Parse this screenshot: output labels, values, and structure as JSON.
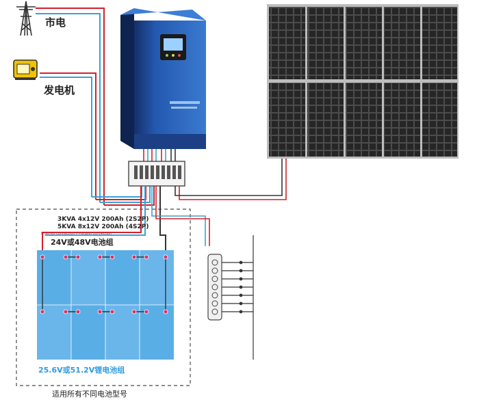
{
  "labels": {
    "grid": "市电",
    "generator": "发电机",
    "battery_spec_3kva": "3KVA 4x12V 200Ah (2S2P)",
    "battery_spec_5kva": "5KVA 8x12V 200Ah (4S2P)",
    "series_note": "S-Series connection P-Parallel connection",
    "battery_group_top": "24V或48V电池组",
    "battery_group_bottom": "25.6V或51.2V锂电池组",
    "caption": "适用所有不同电池型号"
  },
  "colors": {
    "wire_red": "#d2202a",
    "wire_blue": "#3aa0d8",
    "wire_dark": "#333333",
    "inverter_blue": "#2a64b8",
    "battery_blue": "#5aaee6",
    "panel_dark": "#2b2b2b",
    "lithium_text": "#2f9be0"
  },
  "icons": {
    "grid": "power-tower-icon",
    "generator": "generator-icon",
    "inverter": "inverter-icon",
    "solar": "solar-panel-icon",
    "breaker": "breaker-box-icon",
    "battery": "battery-bank-icon",
    "outlet": "power-strip-icon"
  }
}
